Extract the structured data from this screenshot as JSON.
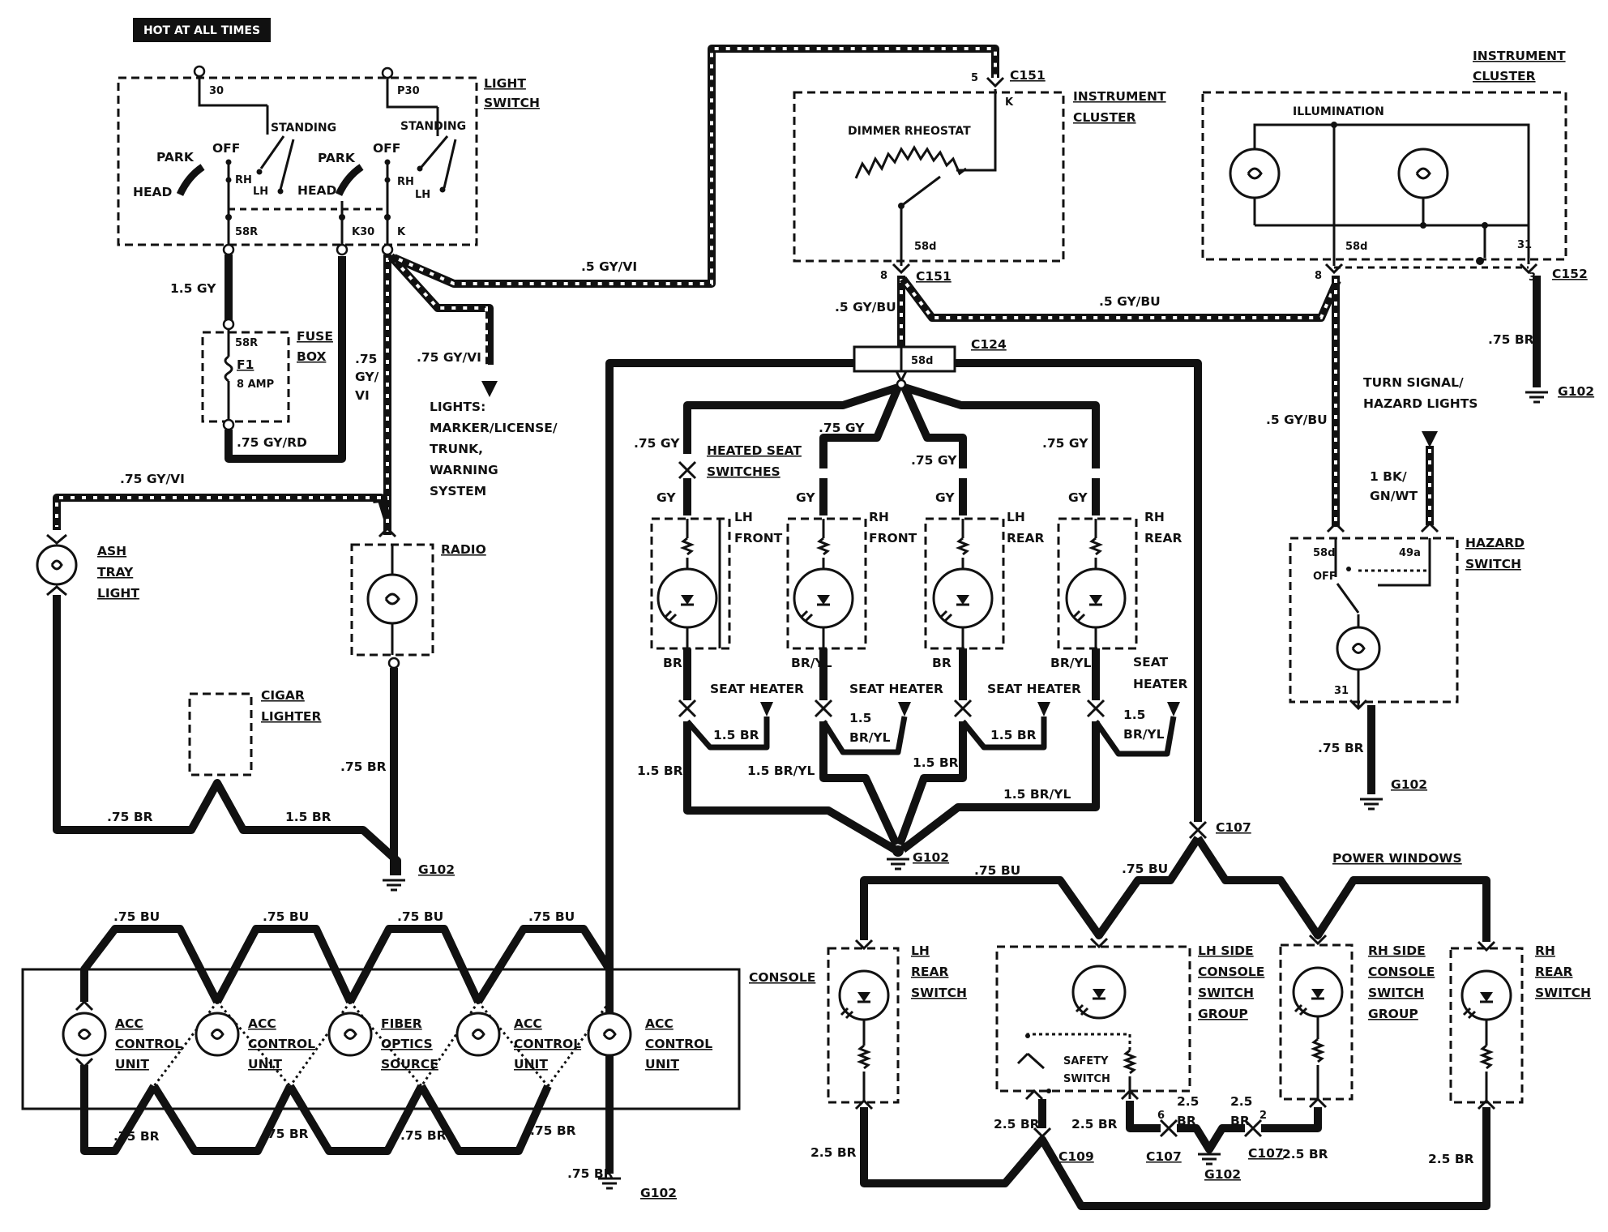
{
  "header": {
    "hot_at_all_times": "HOT AT ALL TIMES"
  },
  "light_switch": {
    "label_line1": "LIGHT",
    "label_line2": "SWITCH",
    "t30": "30",
    "tp30": "P30",
    "park": "PARK",
    "off": "OFF",
    "standing": "STANDING",
    "head": "HEAD",
    "rh": "RH",
    "lh": "LH",
    "t58r": "58R",
    "k30": "K30",
    "k": "K"
  },
  "fuse_box": {
    "label_line1": "FUSE",
    "label_line2": "BOX",
    "t58r": "58R",
    "fuse": "F1",
    "amp": "8 AMP"
  },
  "wires": {
    "gy_15": "1.5 GY",
    "gy_rd_75": ".75 GY/RD",
    "gy_vi_75_line1": ".75",
    "gy_vi_75_line2": "GY/",
    "gy_vi_75_line3": "VI",
    "gy_vi_75": ".75 GY/VI",
    "gy_vi_5": ".5 GY/VI",
    "gy_bu_5": ".5 GY/BU",
    "gy_bu_5_cluster": ".5 GY/BU",
    "gy_bu_5_hazard": ".5 GY/BU",
    "gy_vi_75_ash": ".75 GY/VI",
    "br_75": ".75 BR",
    "br_15": "1.5 BR",
    "br_75_radio": ".75 BR",
    "br_75_ground": ".75 BR",
    "br_75_hazard": ".75 BR",
    "br_75_cluster": ".75 BR",
    "bk_gn_wt_line1": "1 BK/",
    "bk_gn_wt_line2": "GN/WT"
  },
  "lights_note": {
    "line1": "LIGHTS:",
    "line2": "MARKER/LICENSE/",
    "line3": "TRUNK,",
    "line4": "WARNING",
    "line5": "SYSTEM"
  },
  "ash_tray": {
    "line1": "ASH",
    "line2": "TRAY",
    "line3": "LIGHT"
  },
  "radio": {
    "label": "RADIO"
  },
  "cigar": {
    "line1": "CIGAR",
    "line2": "LIGHTER"
  },
  "grounds": {
    "g102": "G102"
  },
  "connectors": {
    "c151": "C151",
    "c151_pin5": "5",
    "c151_k": "K",
    "c151_pin8": "8",
    "c151_58d": "58d",
    "c124": "C124",
    "c124_58d": "58d",
    "c152": "C152",
    "c152_pin8": "8",
    "c152_pin3": "3",
    "c152_58d": "58d",
    "c152_31": "31",
    "c107": "C107",
    "c109": "C109",
    "pin6": "6",
    "pin2": "2"
  },
  "instrument_cluster_left": {
    "line1": "INSTRUMENT",
    "line2": "CLUSTER",
    "dimmer": "DIMMER RHEOSTAT"
  },
  "instrument_cluster_right": {
    "line1": "INSTRUMENT",
    "line2": "CLUSTER",
    "illumination": "ILLUMINATION"
  },
  "heated_seats": {
    "title_line1": "HEATED SEAT",
    "title_line2": "SWITCHES",
    "wire_75gy": ".75 GY",
    "gy": "GY",
    "lh_front_1": "LH",
    "lh_front_2": "FRONT",
    "rh_front_1": "RH",
    "rh_front_2": "FRONT",
    "lh_rear_1": "LH",
    "lh_rear_2": "REAR",
    "rh_rear_1": "RH",
    "rh_rear_2": "REAR",
    "br": "BR",
    "br_yl": "BR/YL",
    "seat_heater": "SEAT HEATER",
    "seat": "SEAT",
    "heater": "HEATER",
    "br_15": "1.5 BR",
    "br_yl_15": "1.5 BR/YL",
    "br_yl_15_a": "1.5",
    "br_yl_15_b": "BR/YL"
  },
  "hazard": {
    "turn_line1": "TURN SIGNAL/",
    "turn_line2": "HAZARD LIGHTS",
    "label_line1": "HAZARD",
    "label_line2": "SWITCH",
    "t58d": "58d",
    "t49a": "49a",
    "off": "OFF",
    "t31": "31"
  },
  "console": {
    "label": "CONSOLE",
    "wire_bu": ".75 BU",
    "wire_br": ".75 BR",
    "units": [
      {
        "line1": "ACC",
        "line2": "CONTROL",
        "line3": "UNIT"
      },
      {
        "line1": "ACC",
        "line2": "CONTROL",
        "line3": "UNIT"
      },
      {
        "line1": "FIBER",
        "line2": "OPTICS",
        "line3": "SOURCE"
      },
      {
        "line1": "ACC",
        "line2": "CONTROL",
        "line3": "UNIT"
      },
      {
        "line1": "ACC",
        "line2": "CONTROL",
        "line3": "UNIT"
      }
    ]
  },
  "power_windows": {
    "title": "POWER WINDOWS",
    "wire_bu": ".75 BU",
    "wire_br25": "2.5 BR",
    "lh_rear": {
      "line1": "LH",
      "line2": "REAR",
      "line3": "SWITCH"
    },
    "lh_side": {
      "line1": "LH SIDE",
      "line2": "CONSOLE",
      "line3": "SWITCH",
      "line4": "GROUP"
    },
    "rh_side": {
      "line1": "RH SIDE",
      "line2": "CONSOLE",
      "line3": "SWITCH",
      "line4": "GROUP"
    },
    "rh_rear": {
      "line1": "RH",
      "line2": "REAR",
      "line3": "SWITCH"
    },
    "safety_line1": "SAFETY",
    "safety_line2": "SWITCH",
    "br25_a": "2.5",
    "br25_b": "BR"
  }
}
